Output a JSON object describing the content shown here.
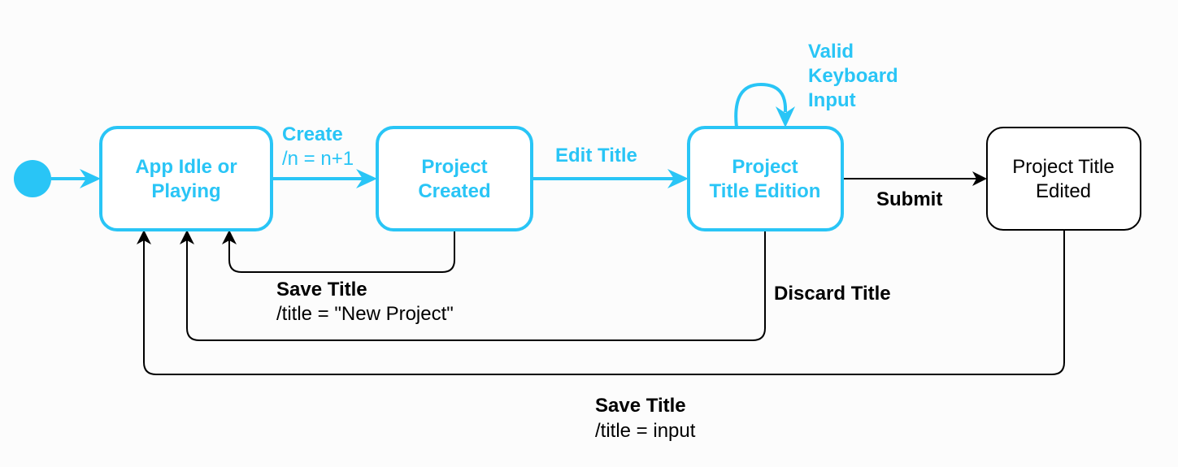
{
  "colors": {
    "accent": "#29c5f6",
    "ink": "#000000",
    "background": "#fcfcfc",
    "state_fill": "#ffffff"
  },
  "states": {
    "idle": {
      "line1": "App Idle or",
      "line2": "Playing"
    },
    "created": {
      "line1": "Project",
      "line2": "Created"
    },
    "edition": {
      "line1": "Project",
      "line2": "Title Edition"
    },
    "edited": {
      "line1": "Project Title",
      "line2": "Edited"
    }
  },
  "transitions": {
    "create": {
      "event": "Create",
      "action": "/n = n+1"
    },
    "edit_title": {
      "event": "Edit Title"
    },
    "keyboard": {
      "line1": "Valid",
      "line2": "Keyboard",
      "line3": "Input"
    },
    "submit": {
      "event": "Submit"
    },
    "save_default": {
      "event": "Save Title",
      "action": "/title = \"New Project\""
    },
    "discard": {
      "event": "Discard Title"
    },
    "save_input": {
      "event": "Save Title",
      "action": "/title = input"
    }
  }
}
